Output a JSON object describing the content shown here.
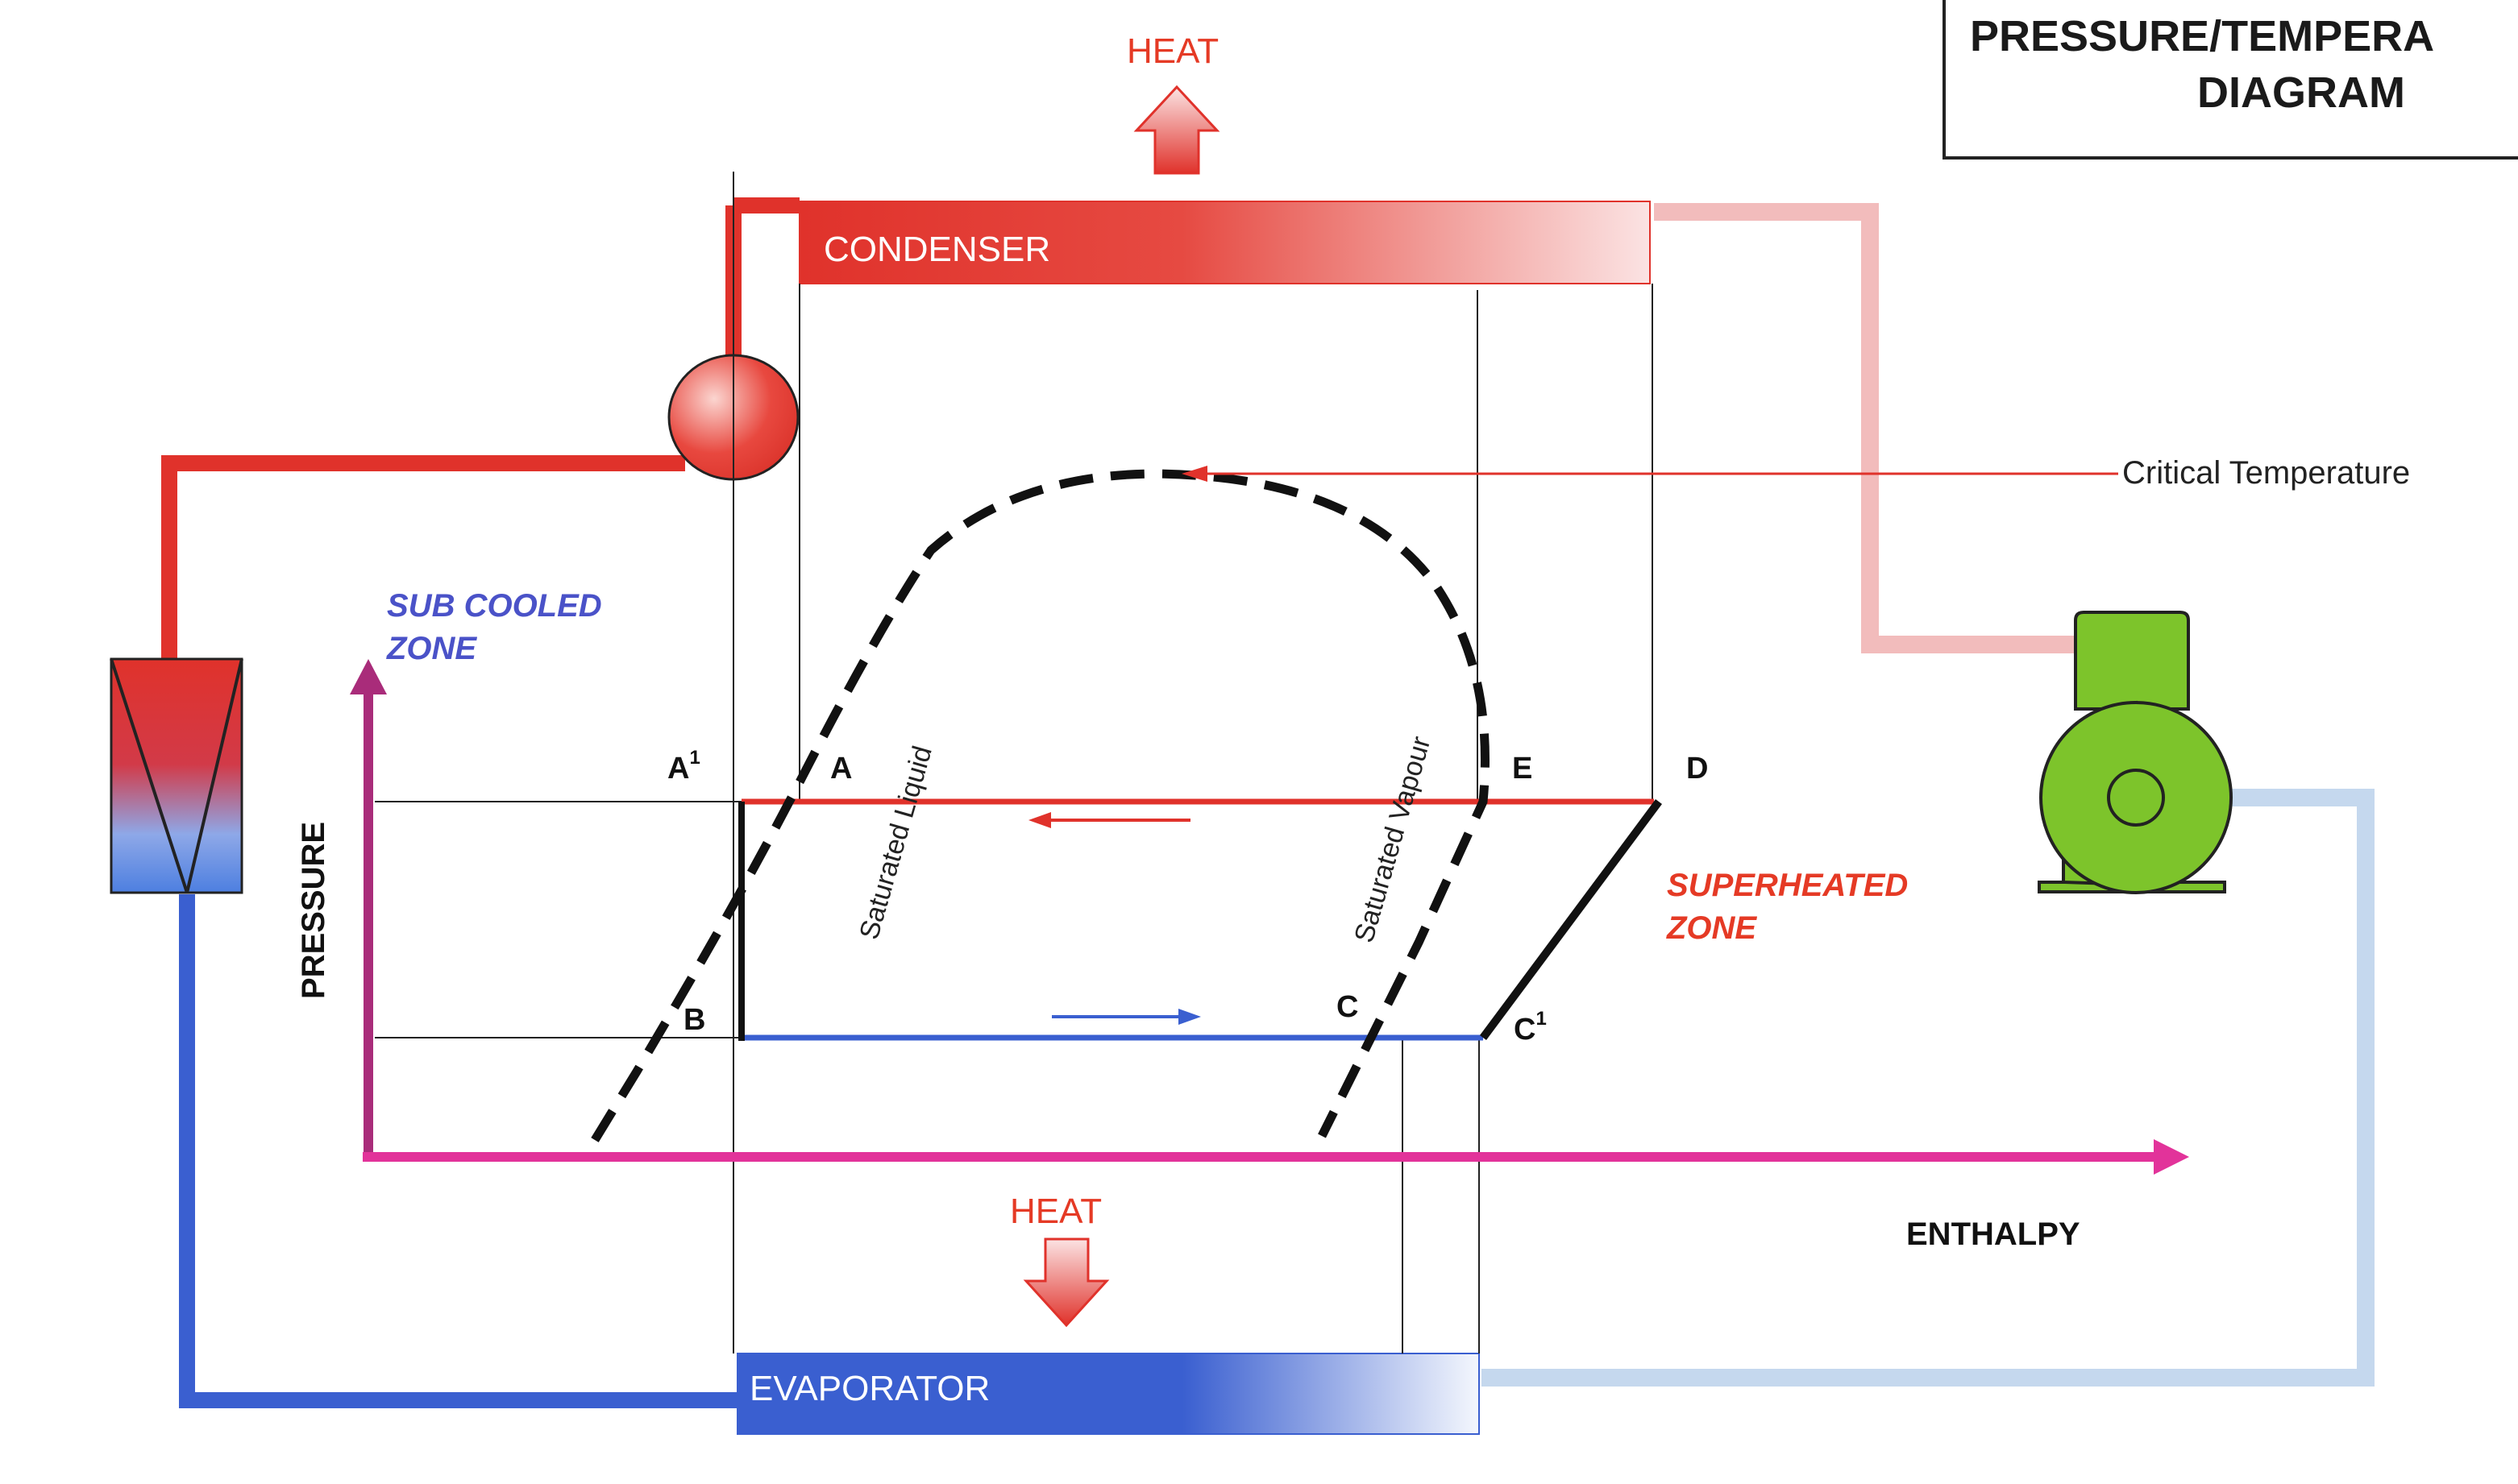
{
  "title": {
    "line1": "PRESSURE/TEMPERA",
    "line2": "DIAGRAM"
  },
  "labels": {
    "heat_top": "HEAT",
    "heat_bottom": "HEAT",
    "condenser": "CONDENSER",
    "evaporator": "EVAPORATOR",
    "critical_temperature": "Critical Temperature",
    "sub_cooled_line1": "SUB COOLED",
    "sub_cooled_line2": "ZONE",
    "superheated_line1": "SUPERHEATED",
    "superheated_line2": "ZONE",
    "pressure_axis": "PRESSURE",
    "enthalpy_axis": "ENTHALPY",
    "saturated_liquid": "Saturated Liquid",
    "saturated_vapour": "Saturated Vapour"
  },
  "points": {
    "a1": "A",
    "a1_sup": "1",
    "a": "A",
    "b": "B",
    "c": "C",
    "c1": "C",
    "c1_sup": "1",
    "d": "D",
    "e": "E"
  },
  "colors": {
    "hot": "#e0322b",
    "cold": "#3a5fd0",
    "pale_hot": "#f2bcbc",
    "pale_cold": "#c5d8ee",
    "axis": "#c8287a",
    "compressor": "#7dc42b",
    "sub_cooled_text": "#4a52c8",
    "superheated_text": "#e53a25",
    "heat_text": "#e53a25"
  },
  "icons": [
    "heat-up-arrow-icon",
    "heat-down-arrow-icon",
    "receiver-icon",
    "expansion-valve-icon",
    "compressor-icon"
  ]
}
